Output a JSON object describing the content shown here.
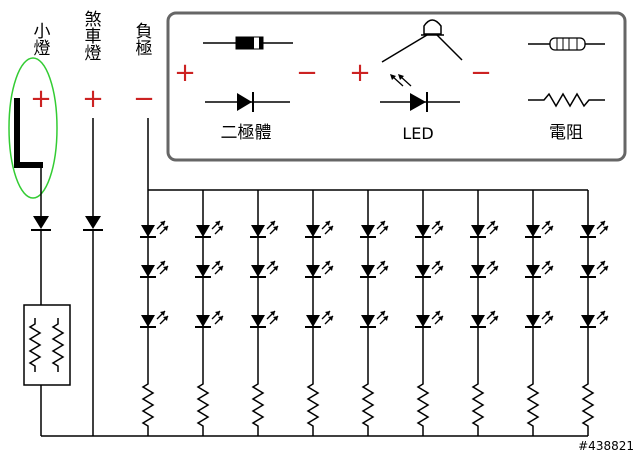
{
  "labels": {
    "small_light": [
      "小",
      "燈"
    ],
    "brake_light": [
      "煞",
      "車",
      "燈"
    ],
    "negative": [
      "負",
      "極"
    ]
  },
  "signs": {
    "plus": "+",
    "minus": "−"
  },
  "legend": {
    "diode_label": "二極體",
    "led_label": "LED",
    "resistor_label": "電阻"
  },
  "watermark": "#438821",
  "led_array": {
    "columns": 9,
    "rows": 3
  },
  "colors": {
    "wire": "#000000",
    "sign": "#cc2222",
    "highlight_ellipse": "#33cc33",
    "legend_border": "#666666"
  }
}
